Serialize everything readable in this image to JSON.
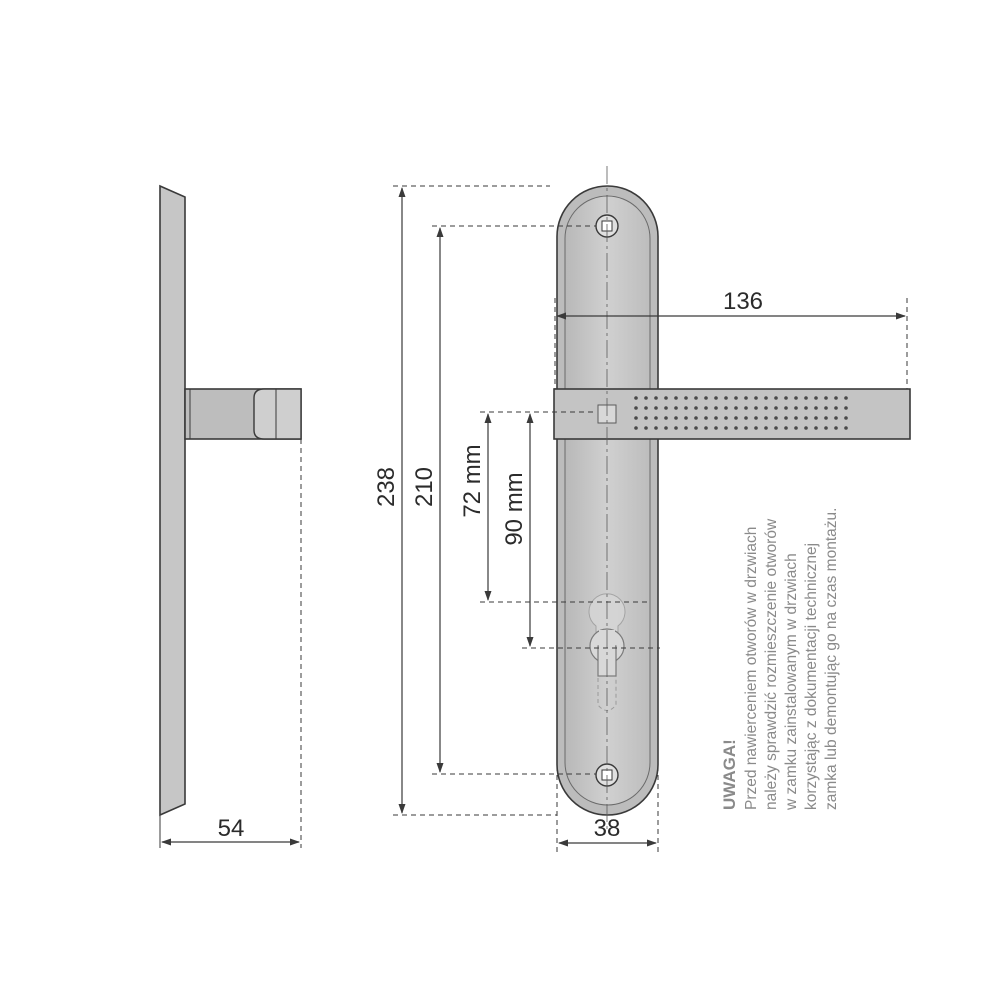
{
  "dimensions": {
    "depth": "54",
    "plate_width": "38",
    "total_height": "238",
    "hole_spacing": "210",
    "lever_length": "136",
    "backset_72": "72 mm",
    "backset_90": "90 mm"
  },
  "warning": {
    "title": "UWAGA!",
    "lines": [
      "Przed nawierceniem otworów w drzwiach",
      "należy sprawdzić rozmieszczenie otworów",
      "w zamku zainstalowanym w drzwiach",
      "korzystając z dokumentacji technicznej",
      "zamka lub demontując go na czas montażu."
    ]
  },
  "colors": {
    "line": "#3a3a3a",
    "plate_fill": "#c8c8c8",
    "plate_dark": "#a9a9a9",
    "lever_fill": "#c4c4c4",
    "warning_text": "#8a8a8a"
  }
}
